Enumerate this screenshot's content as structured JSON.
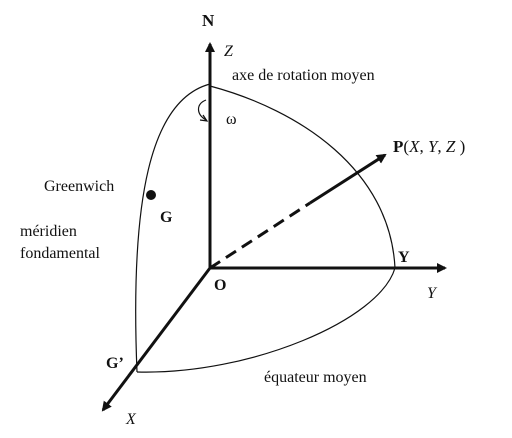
{
  "labels": {
    "north": "N",
    "z_axis": "Z",
    "x_axis": "X",
    "y_axis": "Y",
    "y_bold": "Y",
    "origin": "O",
    "omega": "ω",
    "rotation_axis": "axe de rotation moyen",
    "greenwich": "Greenwich",
    "greenwich_point": "G",
    "meridian_line1": "méridien",
    "meridian_line2": "fondamental",
    "g_prime": "G’",
    "equator": "équateur moyen",
    "point_p": "P",
    "point_p_coords_open": "(",
    "point_p_x": "X",
    "point_p_sep1": ", ",
    "point_p_y": "Y",
    "point_p_sep2": ", ",
    "point_p_z": "Z",
    "point_p_coords_close": "  )"
  },
  "colors": {
    "ink": "#111111",
    "background": "#ffffff"
  }
}
